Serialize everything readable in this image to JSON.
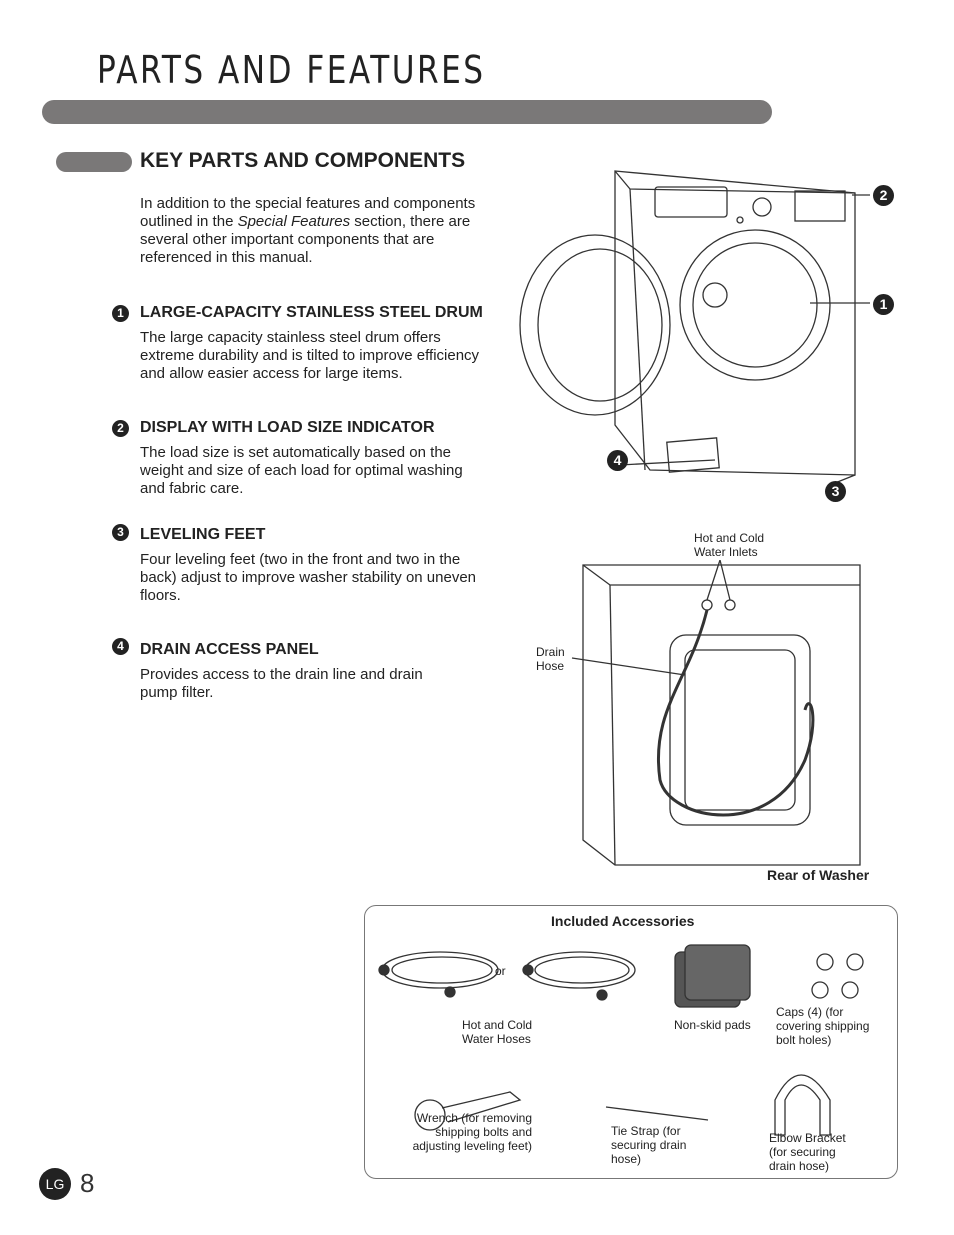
{
  "page_title": "PARTS AND FEATURES",
  "section_title": "KEY PARTS AND COMPONENTS",
  "intro": {
    "before": "In addition to the special features and components outlined in the ",
    "italic": "Special Features",
    "after": " section, there are several other important components that are referenced in this manual."
  },
  "items": [
    {
      "num": "1",
      "title": "LARGE-CAPACITY STAINLESS STEEL DRUM",
      "text": "The large capacity stainless steel drum offers extreme durability and is tilted to improve efficiency and allow easier access for large items."
    },
    {
      "num": "2",
      "title": "DISPLAY WITH LOAD SIZE INDICATOR",
      "text": "The load size is set automatically based on the weight and size of each load for optimal washing and fabric care."
    },
    {
      "num": "3",
      "title": "LEVELING FEET",
      "text": "Four leveling feet (two in the front and two in the back) adjust to improve washer stability on uneven floors."
    },
    {
      "num": "4",
      "title": "DRAIN ACCESS PANEL",
      "text": "Provides access to the drain line and drain pump filter."
    }
  ],
  "callouts": {
    "c1": "1",
    "c2": "2",
    "c3": "3",
    "c4": "4"
  },
  "rear": {
    "inlets_label": "Hot and Cold Water Inlets",
    "drain_label": "Drain Hose",
    "caption": "Rear of Washer"
  },
  "accessories": {
    "title": "Included Accessories",
    "or": "or",
    "hoses": "Hot and Cold Water Hoses",
    "pads": "Non-skid pads",
    "caps": "Caps (4) (for covering shipping bolt holes)",
    "wrench": "Wrench (for removing shipping bolts and adjusting leveling feet)",
    "tie": "Tie Strap (for securing drain hose)",
    "elbow": "Elbow Bracket (for securing drain hose)"
  },
  "footer": {
    "logo": "LG",
    "page_number": "8"
  }
}
